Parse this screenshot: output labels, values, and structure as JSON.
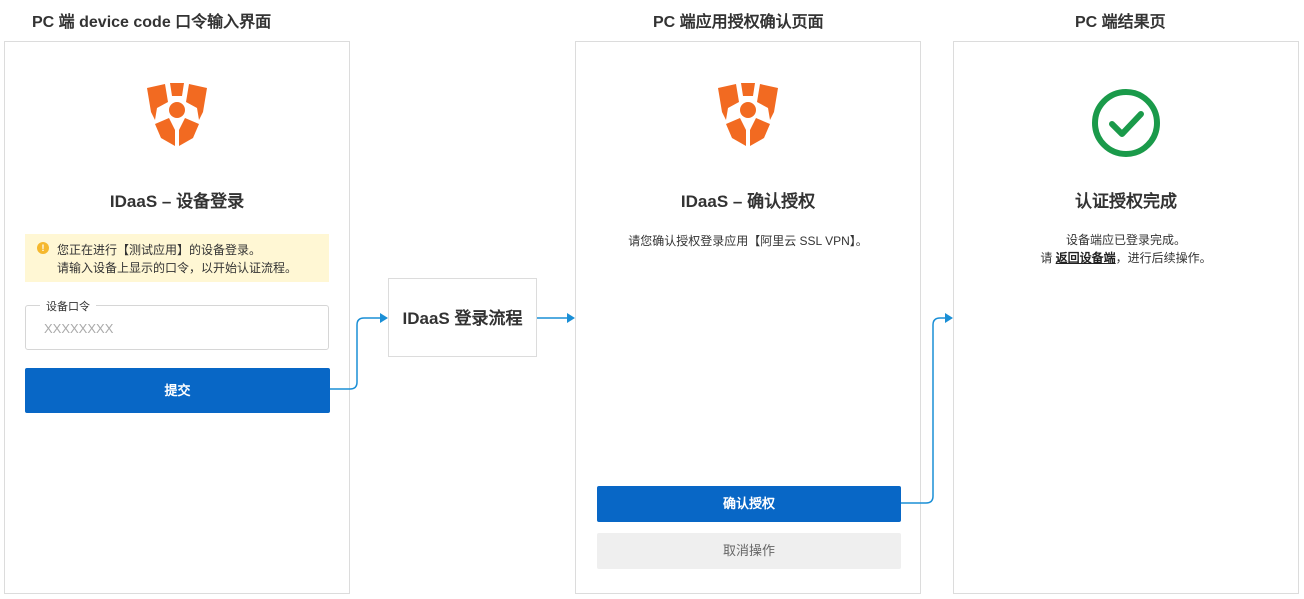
{
  "columns": {
    "c1_title": "PC 端 device code 口令输入界面",
    "c2_title": "PC 端应用授权确认页面",
    "c3_title": "PC 端结果页"
  },
  "login_panel": {
    "heading": "IDaaS – 设备登录",
    "notice_line1": "您正在进行【测试应用】的设备登录。",
    "notice_line2": "请输入设备上显示的口令，以开始认证流程。",
    "field_label": "设备口令",
    "field_placeholder": "XXXXXXXX",
    "submit_label": "提交"
  },
  "flow_label": "IDaaS 登录流程",
  "confirm_panel": {
    "heading": "IDaaS – 确认授权",
    "message": "请您确认授权登录应用【阿里云 SSL VPN】。",
    "confirm_label": "确认授权",
    "cancel_label": "取消操作"
  },
  "result_panel": {
    "heading": "认证授权完成",
    "line1": "设备端应已登录完成。",
    "line2_prefix": "请 ",
    "line2_link": "返回设备端",
    "line2_suffix": "，进行后续操作。"
  },
  "colors": {
    "brand_orange": "#f26a21",
    "primary_blue": "#0867c6",
    "connector_blue": "#1a8fd6",
    "success_green": "#1a9a4a",
    "notice_bg": "#fff7d4"
  },
  "icons": {
    "logo": "idaas-shield-logo-icon",
    "success": "check-circle-icon",
    "notice": "warning-circle-icon"
  }
}
